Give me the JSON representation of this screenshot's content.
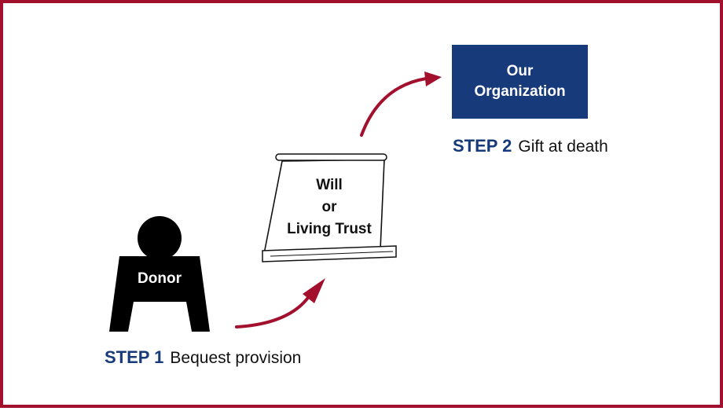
{
  "organization": {
    "line1": "Our",
    "line2": "Organization"
  },
  "step2": {
    "number": "STEP 2",
    "text": "Gift at death"
  },
  "document": {
    "line1": "Will",
    "line2": "or",
    "line3": "Living Trust"
  },
  "donor": {
    "label": "Donor"
  },
  "step1": {
    "number": "STEP 1",
    "text": "Bequest provision"
  },
  "colors": {
    "border": "#a3102e",
    "arrow": "#a3102e",
    "org_box": "#173a7a",
    "step_number": "#173a7a",
    "donor": "#000000"
  },
  "icons": {
    "donor": "person-silhouette-icon",
    "document": "scroll-icon",
    "flow": "curved-arrow-icon"
  }
}
